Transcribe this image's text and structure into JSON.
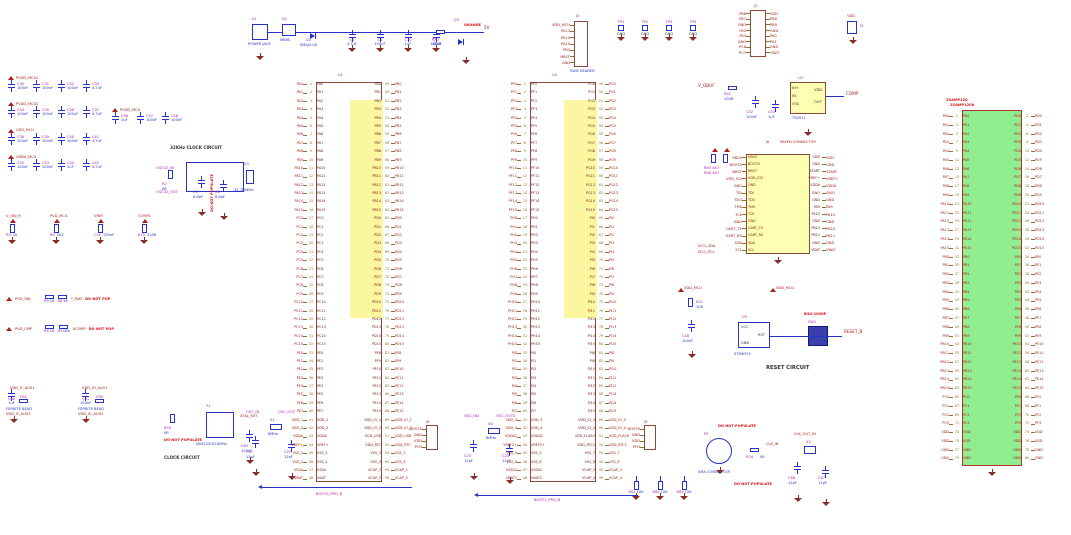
{
  "colors": {
    "wire": "#2733c4",
    "net_label": "#a62119",
    "ref_label": "#b01cb0",
    "note": "#e01010",
    "ic_border": "#8a4a3a",
    "highlight": "#fbf7a0",
    "connector_green": "#90ee90",
    "ground": "#8a2a2a",
    "yellow_block": "#ffffb3"
  },
  "cap_banks": [
    {
      "net": "PVDD_MCU1",
      "caps": [
        {
          "ref": "C30",
          "val": "100nF"
        },
        {
          "ref": "C31",
          "val": "100nF"
        },
        {
          "ref": "C32",
          "val": "100nF"
        },
        {
          "ref": "C33",
          "val": "4.7uF"
        }
      ]
    },
    {
      "net": "PVDD_MCU2",
      "caps": [
        {
          "ref": "C34",
          "val": "100nF"
        },
        {
          "ref": "C35",
          "val": "100nF"
        },
        {
          "ref": "C36",
          "val": "100nF"
        },
        {
          "ref": "C37",
          "val": "4.7uF"
        }
      ]
    },
    {
      "net": "VDD_MCU",
      "caps": [
        {
          "ref": "C38",
          "val": "100nF"
        },
        {
          "ref": "C39",
          "val": "100nF"
        },
        {
          "ref": "C40",
          "val": "100nF"
        },
        {
          "ref": "C41",
          "val": "4.7uF"
        }
      ]
    },
    {
      "net": "VDDA_MCU",
      "caps": [
        {
          "ref": "C42",
          "val": "100nF"
        },
        {
          "ref": "C43",
          "val": "100nF"
        },
        {
          "ref": "C44",
          "val": "1uF"
        },
        {
          "ref": "C45",
          "val": "4.7uF"
        }
      ]
    }
  ],
  "pvdd_group": {
    "net": "PVDD_MCU",
    "caps": [
      {
        "ref": "C46",
        "val": "1uF"
      },
      {
        "ref": "C47",
        "val": "100nF"
      },
      {
        "ref": "C48",
        "val": "100nF"
      }
    ]
  },
  "clock32": {
    "title": "32KHz CLOCK CIRCUIT",
    "note": "DO NOT POPULATE",
    "xtal_ref": "X3",
    "xtal_val": "32.768KHz",
    "cap1_ref": "C5",
    "cap1_val": "6.8pF",
    "cap2_ref": "C6",
    "cap2_val": "6.8pF",
    "net_in": "OSC32_IN",
    "net_out": "OSC32_OUT",
    "res_ref": "R2",
    "res_val": "0R"
  },
  "bias": {
    "items": [
      {
        "net": "V_OBJ_R",
        "ref": "R3",
        "val": "1K"
      },
      {
        "net": "PVD_MCU",
        "ref": "R4",
        "val": "2K2"
      },
      {
        "net": "VREF",
        "ref": "C50",
        "val": "220nF"
      },
      {
        "net": "COMP1",
        "ref": "R15",
        "val": "220R"
      }
    ]
  },
  "pads": {
    "rows": [
      {
        "net_l": "PVD_OBJ",
        "r1_ref": "R5",
        "r1_val": "1K",
        "r2_ref": "R8",
        "r2_val": "1K",
        "net_r": "T_PAD",
        "note": "DO NOT POP"
      },
      {
        "net_l": "PVD_CMP",
        "r1_ref": "R6",
        "r1_val": "1K",
        "r2_ref": "R9",
        "r2_val": "DNI",
        "net_r": "XCOMP",
        "note": "DO NOT POP"
      }
    ]
  },
  "ferrite": {
    "items": [
      {
        "net_top": "VDD_IF_AUX1",
        "cap_ref": "C60",
        "cap_val": "1uF",
        "fb_ref": "FB1",
        "label": "FERRITE BEAD",
        "net_bot": "VDD_IF_AUX2"
      },
      {
        "net_top": "VDD_IO_AUX1",
        "cap_ref": "C61",
        "cap_val": "100nF",
        "fb_ref": "FB2",
        "label": "FERRITE BEAD",
        "net_bot": "VDD_IO_AUX2"
      }
    ]
  },
  "clock_ckt": {
    "title": "CLOCK CIRCUIT",
    "note": "DO NOT POPULATE",
    "osc_ref": "Y1",
    "osc_val": "NX3225GD-8MHz",
    "res_ref": "R50",
    "res_val": "0R",
    "cap_ref": "C65",
    "cap_val": "100nF",
    "net": "XTAL_EXT"
  },
  "power_entry": {
    "jack_ref": "K1",
    "jack_label": "POWER JACK",
    "bridge_ref": "D1",
    "bridge_val": "MB6S",
    "tvs_ref": "D2",
    "tvs_val": "SMAJ5.0A",
    "caps": [
      {
        "ref": "C1",
        "val": "4.7uF"
      },
      {
        "ref": "C2",
        "val": "100nF"
      },
      {
        "ref": "C10",
        "val": "1uF"
      },
      {
        "ref": "C17",
        "val": "100nF"
      }
    ],
    "res_ref": "R1",
    "res_val": "330R",
    "led_ref": "D3",
    "led_color": "ORANGE",
    "net": "5V"
  },
  "swd": {
    "ref": "J4",
    "label": "SWD HEADER",
    "pins": [
      "VDD_MCU",
      "PA13",
      "PA14",
      "PA15",
      "PB3",
      "NRST",
      "GND"
    ]
  },
  "testpoints": {
    "items": [
      {
        "ref": "TP1",
        "net": "GND"
      },
      {
        "ref": "TP2",
        "net": "GND"
      },
      {
        "ref": "TP3",
        "net": "GND"
      },
      {
        "ref": "TP4",
        "net": "GND"
      }
    ]
  },
  "j2": {
    "ref": "J2",
    "rows": [
      [
        "PB6",
        "VDD"
      ],
      [
        "PB7",
        "PB8"
      ],
      [
        "GND",
        "PB9"
      ],
      [
        "PA2",
        "GND"
      ],
      [
        "PA3",
        "PA0"
      ],
      [
        "GND",
        "PA1"
      ],
      [
        "PC6",
        "GND"
      ],
      [
        "PC7",
        "VBAT"
      ]
    ]
  },
  "j3": {
    "ref": "J3",
    "net": "VDD"
  },
  "vobuf": {
    "net": "V_OBUF",
    "res_ref": "R41",
    "res_val": "100R",
    "cap1_ref": "C52",
    "cap1_val": "100nF",
    "cap2_ref": "C53",
    "cap2_val": "1uF",
    "amp_ref": "U2",
    "amp_val": "TSV911",
    "amp_left": [
      "IN+",
      "IN-",
      "VSS"
    ],
    "amp_right": [
      "VDD",
      "OUT"
    ],
    "net_out": "COMP"
  },
  "mixed": {
    "ref": "J6",
    "title": "MIXED CONNECTOR",
    "pull1": "R45 4K7",
    "pull2": "R46 4K7",
    "i2c": [
      "I2C1_SDA",
      "I2C1_SCL"
    ],
    "rows": [
      [
        "VBUS",
        "VDD"
      ],
      [
        "BOOT0",
        "GND"
      ],
      [
        "NRST",
        "START"
      ],
      [
        "VDD_IO2",
        "VREF+"
      ],
      [
        "GND",
        "VDDA"
      ],
      [
        "TDI",
        "SWO"
      ],
      [
        "TDO",
        "GND"
      ],
      [
        "TMS",
        "PA9"
      ],
      [
        "TCK",
        "PA10"
      ],
      [
        "GND",
        "GND"
      ],
      [
        "UART_TX",
        "PB10"
      ],
      [
        "UART_RX",
        "PB11"
      ],
      [
        "SDA",
        "GND"
      ],
      [
        "SCL",
        "VBAT"
      ]
    ]
  },
  "reset": {
    "title": "RESET CIRCUIT",
    "net_top1": "VDD_MCU",
    "net_top2": "VDD_MCU",
    "res_ref": "R21",
    "res_val": "10K",
    "cap_ref": "C18",
    "cap_val": "100nF",
    "sup_ref": "U5",
    "sup_val": "STM6315",
    "sup_pins": [
      "VCC",
      "RST",
      "GND"
    ],
    "sw_ref": "SW1",
    "sw_val": "B3U-1000P",
    "net_out": "RESET_B"
  },
  "sma": {
    "ref": "P2",
    "note_top": "DO NOT POPULATE",
    "label": "SMA CONNECTOR",
    "res_ref": "R34",
    "res_val": "0R",
    "note_bot": "DO NOT POPULATE",
    "net": "CLK_IN"
  },
  "xtal2": {
    "ref": "X2",
    "net": "CLK_OUT_IN",
    "cap1_ref": "C66",
    "cap1_val": "12pF",
    "cap2_ref": "C67",
    "cap2_val": "12pF"
  },
  "pulls3": {
    "items": [
      {
        "ref": "R61",
        "val": "10K"
      },
      {
        "ref": "R62",
        "val": "10K"
      },
      {
        "ref": "R63",
        "val": "10K"
      }
    ]
  },
  "xtal1": {
    "ref": "X1",
    "val": "8MHz",
    "net_in": "OSC_IN",
    "net_out": "OSC_OUT",
    "cap1_ref": "C21",
    "cap1_val": "12pF",
    "cap2_ref": "C22",
    "cap2_val": "12pF"
  },
  "xtal1b": {
    "ref": "X4",
    "val": "8MHz",
    "net_in": "OSC_IN2",
    "net_out": "OSC_OUT2",
    "cap1_ref": "C23",
    "cap1_val": "12pF",
    "cap2_ref": "C24",
    "cap2_val": "12pF"
  },
  "jboot1": {
    "ref": "J8",
    "pins": [
      "BOOT0",
      "GND",
      "VDD",
      "PH3"
    ]
  },
  "jboot2": {
    "ref": "J9",
    "pins": [
      "BOOT0",
      "GND",
      "VDD",
      "PH3"
    ]
  },
  "ic1": {
    "ref": "U1",
    "bottom_label": "BOOT0_PRG_B",
    "rows": [
      [
        "PA0",
        "PB0"
      ],
      [
        "PA1",
        "PB1"
      ],
      [
        "PA2",
        "PB2"
      ],
      [
        "PA3",
        "PB3"
      ],
      [
        "PA4",
        "PB4"
      ],
      [
        "PA5",
        "PB5"
      ],
      [
        "PA6",
        "PB6"
      ],
      [
        "PA7",
        "PB7"
      ],
      [
        "PA8",
        "PB8"
      ],
      [
        "PA9",
        "PB9"
      ],
      [
        "PA10",
        "PB10"
      ],
      [
        "PA11",
        "PB11"
      ],
      [
        "PA12",
        "PB12"
      ],
      [
        "PA13",
        "PB13"
      ],
      [
        "PA14",
        "PB14"
      ],
      [
        "PA15",
        "PB15"
      ],
      [
        "PC0",
        "PD0"
      ],
      [
        "PC1",
        "PD1"
      ],
      [
        "PC2",
        "PD2"
      ],
      [
        "PC3",
        "PD3"
      ],
      [
        "PC4",
        "PD4"
      ],
      [
        "PC5",
        "PD5"
      ],
      [
        "PC6",
        "PD6"
      ],
      [
        "PC7",
        "PD7"
      ],
      [
        "PC8",
        "PD8"
      ],
      [
        "PC9",
        "PD9"
      ],
      [
        "PC10",
        "PD10"
      ],
      [
        "PC11",
        "PD11"
      ],
      [
        "PC12",
        "PD12"
      ],
      [
        "PC13",
        "PD13"
      ],
      [
        "PC14",
        "PD14"
      ],
      [
        "PC15",
        "PD15"
      ],
      [
        "PE0",
        "PE8"
      ],
      [
        "PE1",
        "PE9"
      ],
      [
        "PE2",
        "PE10"
      ],
      [
        "PE3",
        "PE11"
      ],
      [
        "PE4",
        "PE12"
      ],
      [
        "PE5",
        "PE13"
      ],
      [
        "PE6",
        "PE14"
      ],
      [
        "PE7",
        "PE15"
      ],
      [
        "VDD_1",
        "VDD_IO_1"
      ],
      [
        "VDD_2",
        "VDD_IO_2"
      ],
      [
        "VDDA",
        "VDD_USB"
      ],
      [
        "VREF+",
        "VDD_RTC"
      ],
      [
        "VSS_1",
        "VSS_3"
      ],
      [
        "VSS_2",
        "VSS_4"
      ],
      [
        "VSSA",
        "VCAP_1"
      ],
      [
        "VBAT",
        "VCAP_2"
      ]
    ]
  },
  "ic2": {
    "ref": "U3",
    "bottom_label": "BOOT1_PRG_B",
    "rows": [
      [
        "PF0",
        "PG0"
      ],
      [
        "PF1",
        "PG1"
      ],
      [
        "PF2",
        "PG2"
      ],
      [
        "PF3",
        "PG3"
      ],
      [
        "PF4",
        "PG4"
      ],
      [
        "PF5",
        "PG5"
      ],
      [
        "PF6",
        "PG6"
      ],
      [
        "PF7",
        "PG7"
      ],
      [
        "PF8",
        "PG8"
      ],
      [
        "PF9",
        "PG9"
      ],
      [
        "PF10",
        "PG10"
      ],
      [
        "PF11",
        "PG11"
      ],
      [
        "PF12",
        "PG12"
      ],
      [
        "PF13",
        "PG13"
      ],
      [
        "PF14",
        "PG14"
      ],
      [
        "PF15",
        "PG15"
      ],
      [
        "PH0",
        "PI0"
      ],
      [
        "PH1",
        "PI1"
      ],
      [
        "PH2",
        "PI2"
      ],
      [
        "PH3",
        "PI3"
      ],
      [
        "PH4",
        "PI4"
      ],
      [
        "PH5",
        "PI5"
      ],
      [
        "PH6",
        "PI6"
      ],
      [
        "PH7",
        "PI7"
      ],
      [
        "PH8",
        "PI8"
      ],
      [
        "PH9",
        "PI9"
      ],
      [
        "PH10",
        "PI10"
      ],
      [
        "PH11",
        "PI11"
      ],
      [
        "PH12",
        "PI12"
      ],
      [
        "PH13",
        "PI13"
      ],
      [
        "PH14",
        "PI14"
      ],
      [
        "PH15",
        "PI15"
      ],
      [
        "PJ0",
        "PJ8"
      ],
      [
        "PJ1",
        "PJ9"
      ],
      [
        "PJ2",
        "PJ10"
      ],
      [
        "PJ3",
        "PJ11"
      ],
      [
        "PJ4",
        "PJ12"
      ],
      [
        "PJ5",
        "PJ13"
      ],
      [
        "PJ6",
        "PJ14"
      ],
      [
        "PJ7",
        "PJ15"
      ],
      [
        "VDD_3",
        "VDD_IO_3"
      ],
      [
        "VDD_4",
        "VDD_IO_4"
      ],
      [
        "VDDA2",
        "VDD_FLASH"
      ],
      [
        "VREF2+",
        "VDD_RTC2"
      ],
      [
        "VSS_5",
        "VSS_7"
      ],
      [
        "VSS_6",
        "VSS_8"
      ],
      [
        "VSSA2",
        "VCAP_3"
      ],
      [
        "VBAT2",
        "VCAP_4"
      ]
    ]
  },
  "gconn": {
    "ref": "J5",
    "title1": "2SAMP120",
    "title2": "2SAMP120A",
    "rows": [
      [
        "PA0",
        "PD0"
      ],
      [
        "PA1",
        "PD1"
      ],
      [
        "PA2",
        "PD2"
      ],
      [
        "PA3",
        "PD3"
      ],
      [
        "PA4",
        "PD4"
      ],
      [
        "PA5",
        "PD5"
      ],
      [
        "PA6",
        "PD6"
      ],
      [
        "PA7",
        "PD7"
      ],
      [
        "PA8",
        "PD8"
      ],
      [
        "PA9",
        "PD9"
      ],
      [
        "PA10",
        "PD10"
      ],
      [
        "PA11",
        "PD11"
      ],
      [
        "PA12",
        "PD12"
      ],
      [
        "PA13",
        "PD13"
      ],
      [
        "PA14",
        "PD14"
      ],
      [
        "PA15",
        "PD15"
      ],
      [
        "PB0",
        "PE0"
      ],
      [
        "PB1",
        "PE1"
      ],
      [
        "PB2",
        "PE2"
      ],
      [
        "PB3",
        "PE3"
      ],
      [
        "PB4",
        "PE4"
      ],
      [
        "PB5",
        "PE5"
      ],
      [
        "PB6",
        "PE6"
      ],
      [
        "PB7",
        "PE7"
      ],
      [
        "PB8",
        "PE8"
      ],
      [
        "PB9",
        "PE9"
      ],
      [
        "PB10",
        "PE10"
      ],
      [
        "PB11",
        "PE11"
      ],
      [
        "PB12",
        "PE12"
      ],
      [
        "PB13",
        "PE13"
      ],
      [
        "PB14",
        "PE14"
      ],
      [
        "PB15",
        "PE15"
      ],
      [
        "PC0",
        "PF0"
      ],
      [
        "PC1",
        "PF1"
      ],
      [
        "PC2",
        "PF2"
      ],
      [
        "PC3",
        "PF3"
      ],
      [
        "VDD",
        "VDD"
      ],
      [
        "VDD",
        "VDD"
      ],
      [
        "GND",
        "GND"
      ],
      [
        "GND",
        "GND"
      ]
    ]
  }
}
